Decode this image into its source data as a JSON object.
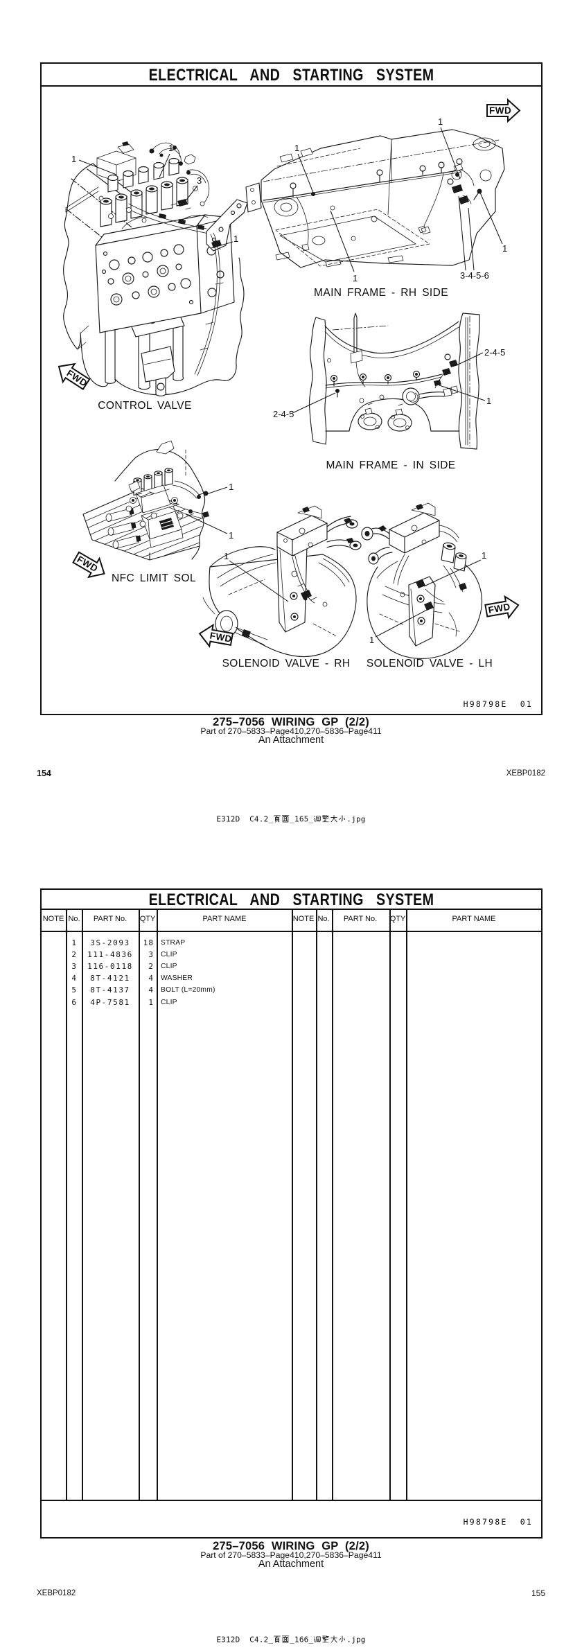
{
  "labels": {
    "fwd": "FWD"
  },
  "sheet1": {
    "title": "ELECTRICAL  AND  STARTING  SYSTEM",
    "plate_code": "H98798E  01",
    "figures": [
      "CONTROL  VALVE",
      "MAIN  FRAME - RH  SIDE",
      "MAIN  FRAME - IN  SIDE",
      "NFC  LIMIT  SOL",
      "SOLENOID  VALVE - RH",
      "SOLENOID  VALVE - LH"
    ],
    "callouts": [
      "1",
      "1",
      "3",
      "1",
      "1",
      "1",
      "1",
      "3-4-5-6",
      "1",
      "2-4-5",
      "1",
      "2-4-5",
      "1",
      "1",
      "1",
      "1",
      "1"
    ],
    "footer": {
      "heading": "275–7056   WIRING  GP (2/2)",
      "subheading": "Part of 270–5833–Page410,270–5836–Page411",
      "attachment": "An Attachment",
      "page_number": "154",
      "doc_code": "XEBP0182",
      "caption": "E312D  C4.2_页面_165_调整大小.jpg"
    }
  },
  "sheet2": {
    "title": "ELECTRICAL  AND  STARTING  SYSTEM",
    "plate_code": "H98798E  01",
    "table": {
      "headers": [
        "NOTE",
        "No.",
        "PART No.",
        "QTY",
        "PART NAME",
        "NOTE",
        "No.",
        "PART No.",
        "QTY",
        "PART NAME"
      ],
      "rows": [
        {
          "note": "",
          "no": "1",
          "part_no": "3S-2093",
          "qty": "18",
          "part_name": "STRAP"
        },
        {
          "note": "",
          "no": "2",
          "part_no": "111-4836",
          "qty": "3",
          "part_name": "CLIP"
        },
        {
          "note": "",
          "no": "3",
          "part_no": "116-0118",
          "qty": "2",
          "part_name": "CLIP"
        },
        {
          "note": "",
          "no": "4",
          "part_no": "8T-4121",
          "qty": "4",
          "part_name": "WASHER"
        },
        {
          "note": "",
          "no": "5",
          "part_no": "8T-4137",
          "qty": "4",
          "part_name": "BOLT (L=20mm)"
        },
        {
          "note": "",
          "no": "6",
          "part_no": "4P-7581",
          "qty": "1",
          "part_name": "CLIP"
        }
      ]
    },
    "footer": {
      "heading": "275–7056   WIRING  GP (2/2)",
      "subheading": "Part of 270–5833–Page410,270–5836–Page411",
      "attachment": "An Attachment",
      "page_number": "155",
      "doc_code": "XEBP0182",
      "caption": "E312D  C4.2_页面_166_调整大小.jpg"
    }
  }
}
